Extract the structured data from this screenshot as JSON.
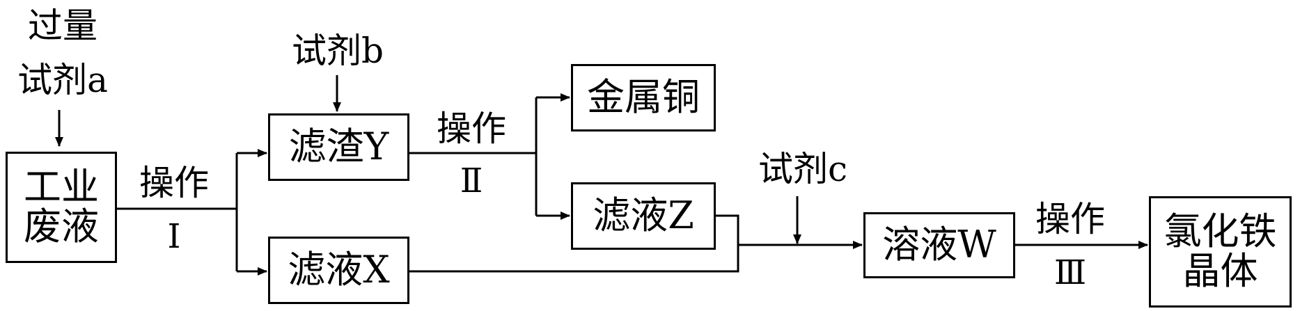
{
  "boxes": {
    "waste": [
      "工业",
      "废液"
    ],
    "residue_y": "滤渣Y",
    "filtrate_x": "滤液X",
    "copper": "金属铜",
    "filtrate_z": "滤液Z",
    "solution_w": "溶液W",
    "crystal": [
      "氯化铁",
      "晶体"
    ]
  },
  "labels": {
    "reagent_a": [
      "过量",
      "试剂a"
    ],
    "reagent_b": "试剂b",
    "reagent_c": "试剂c",
    "op1": "操作",
    "op1_num": "Ⅰ",
    "op2": "操作",
    "op2_num": "Ⅱ",
    "op3": "操作",
    "op3_num": "Ⅲ"
  }
}
